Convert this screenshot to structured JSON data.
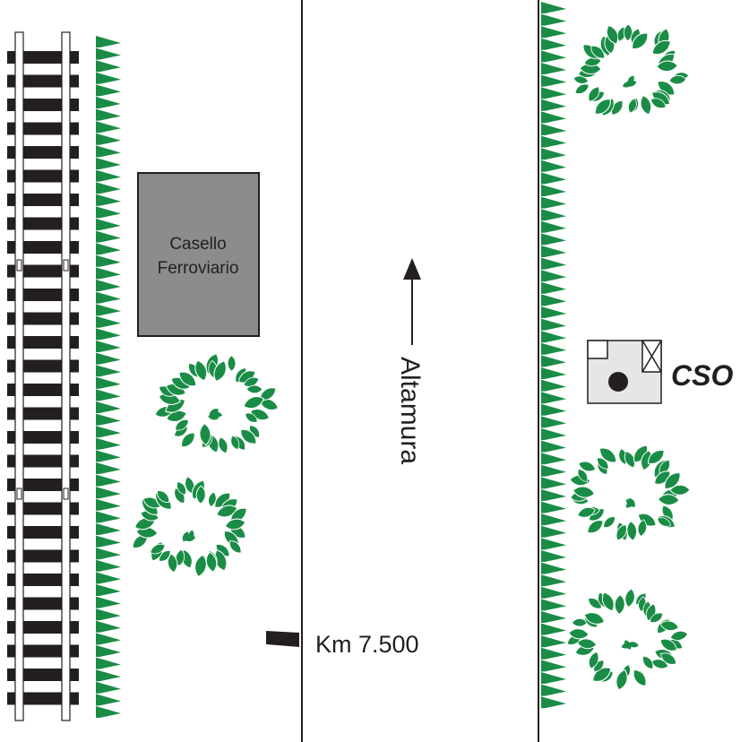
{
  "map": {
    "labels": {
      "casello_line1": "Casello",
      "casello_line2": "Ferroviario",
      "direction": "Altamura",
      "km_marker": "Km 7.500",
      "cso": "CSO"
    },
    "colors": {
      "vegetation": "#1a8c46",
      "track_tie": "#231f20",
      "rail": "#ffffff",
      "building_fill": "#8c8c8c",
      "cso_fill": "#e6e6e6",
      "line": "#231f20"
    },
    "icons": {
      "railway": "railway-track-icon",
      "hedge": "hedge-icon",
      "tree": "tree-canopy-icon",
      "arrow": "arrow-up-icon",
      "km_marker": "km-marker-icon",
      "cso_symbol": "cso-station-icon"
    }
  }
}
